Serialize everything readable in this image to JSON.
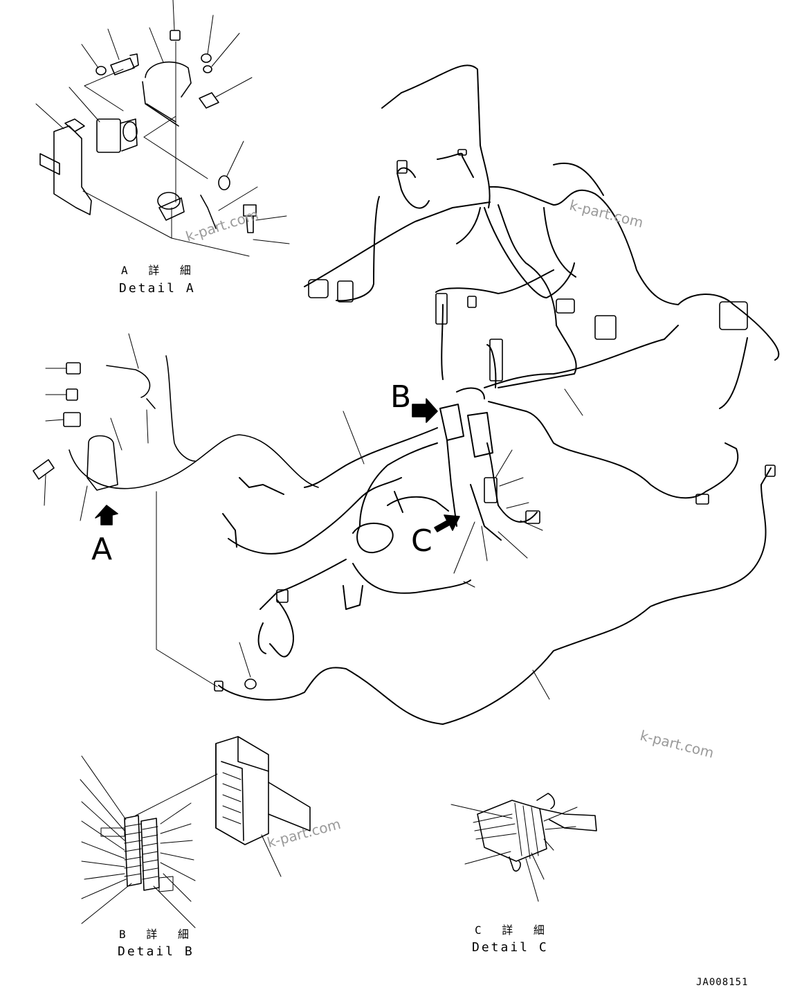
{
  "callouts": {
    "a": "A",
    "b": "B",
    "c": "C"
  },
  "details": {
    "a": {
      "jp": "A 詳 細",
      "en": "Detail A"
    },
    "b": {
      "jp": "B 詳 細",
      "en": "Detail B"
    },
    "c": {
      "jp": "C 詳 細",
      "en": "Detail C"
    }
  },
  "watermark": "k-part.com",
  "drawing_number": "JA008151",
  "colors": {
    "line": "#000000",
    "watermark": "#9a9a9a",
    "background": "#ffffff"
  }
}
